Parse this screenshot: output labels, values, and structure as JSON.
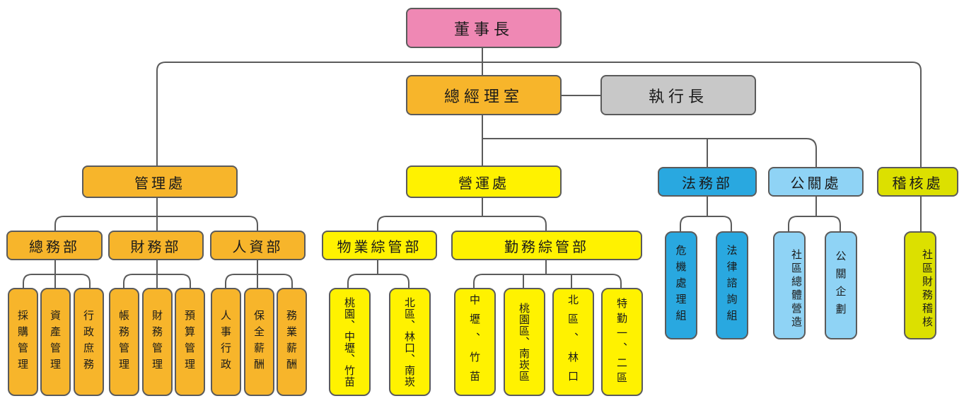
{
  "colors": {
    "chairman": "#ef88b4",
    "management": "#f7b52b",
    "ceo": "#c8c8c8",
    "operations": "#fff200",
    "legal": "#29a8e0",
    "pr": "#8fd3f5",
    "audit": "#dce000",
    "line": "#5b5b5b"
  },
  "chairman": "董事長",
  "gm_office": "總經理室",
  "ceo": "執行長",
  "admin": {
    "label": "管理處",
    "departments": [
      {
        "label": "總務部",
        "units": [
          "採購管理",
          "資產管理",
          "行政庶務"
        ]
      },
      {
        "label": "財務部",
        "units": [
          "帳務管理",
          "財務管理",
          "預算管理"
        ]
      },
      {
        "label": "人資部",
        "units": [
          "人事行政",
          "保全薪酬",
          "務業薪酬"
        ]
      }
    ]
  },
  "operations": {
    "label": "營運處",
    "departments": [
      {
        "label": "物業綜管部",
        "units": [
          "桃園、中壢、竹苗",
          "北區、林口、南崁"
        ]
      },
      {
        "label": "勤務綜管部",
        "units": [
          "中壢、竹苗",
          "桃園區、南崁區",
          "北區、林口",
          "特勤一、二區"
        ]
      }
    ]
  },
  "legal": {
    "label": "法務部",
    "units": [
      "危機處理組",
      "法律諮詢組"
    ]
  },
  "pr": {
    "label": "公關處",
    "units": [
      "社區總體營造",
      "公關企劃"
    ]
  },
  "audit": {
    "label": "稽核處",
    "units": [
      "社區財務稽核"
    ]
  }
}
